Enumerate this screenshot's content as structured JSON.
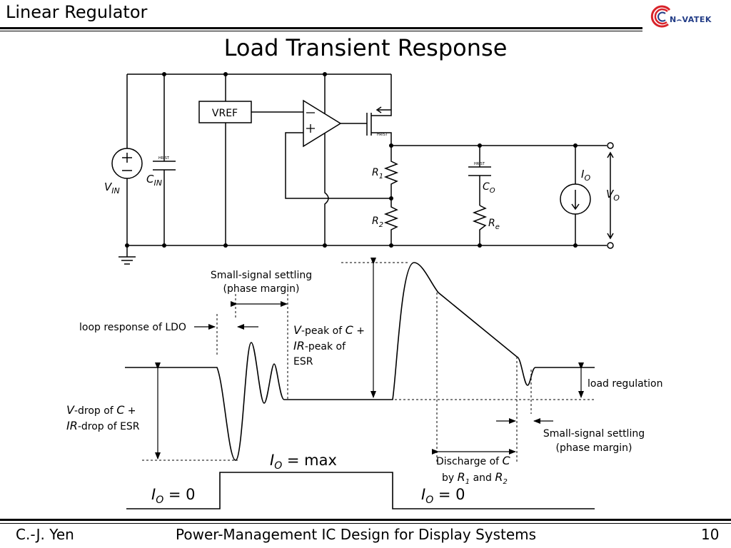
{
  "header": {
    "section_title": "Linear Regulator",
    "logo_text": "N⌢VATEK",
    "logo_name": "novatek-logo"
  },
  "slide": {
    "title": "Load Transient Response"
  },
  "circuit": {
    "vref": "VREF",
    "vin": "V",
    "vin_sub": "IN",
    "cin": "C",
    "cin_sub": "IN",
    "r1": "R",
    "r1_sub": "1",
    "r2": "R",
    "r2_sub": "2",
    "co": "C",
    "co_sub": "O",
    "re": "R",
    "re_sub": "e",
    "io": "I",
    "io_sub": "O",
    "vo": "V",
    "vo_sub": "O",
    "tiny_mark": "HRIST"
  },
  "waveform": {
    "small_signal_top_1": "Small-signal settling",
    "small_signal_top_2": "(phase margin)",
    "loop_response": "loop response of LDO",
    "vpeak_1a": "V",
    "vpeak_1b": "-peak of ",
    "vpeak_1c": "C",
    "vpeak_1d": " +",
    "vpeak_2a": "IR",
    "vpeak_2b": "-peak of",
    "vpeak_3": "ESR",
    "vdrop_1a": "V",
    "vdrop_1b": "-drop of ",
    "vdrop_1c": "C",
    "vdrop_1d": " +",
    "vdrop_2a": "IR",
    "vdrop_2b": "-drop of ESR",
    "load_regulation": "load regulation",
    "small_signal_right_1": "Small-signal settling",
    "small_signal_right_2": "(phase margin)",
    "discharge_1a": "Discharge of ",
    "discharge_1b": "C",
    "discharge_2a": "by ",
    "discharge_2b": "R",
    "discharge_2c": "1",
    "discharge_2d": " and ",
    "discharge_2e": "R",
    "discharge_2f": "2",
    "io_max_a": "I",
    "io_max_b": "O",
    "io_max_c": " = max",
    "io_zero_left_a": "I",
    "io_zero_left_b": "O",
    "io_zero_left_c": " = 0",
    "io_zero_right_a": "I",
    "io_zero_right_b": "O",
    "io_zero_right_c": " = 0"
  },
  "footer": {
    "author": "C.-J. Yen",
    "course": "Power-Management IC Design for Display Systems",
    "page": "10"
  }
}
